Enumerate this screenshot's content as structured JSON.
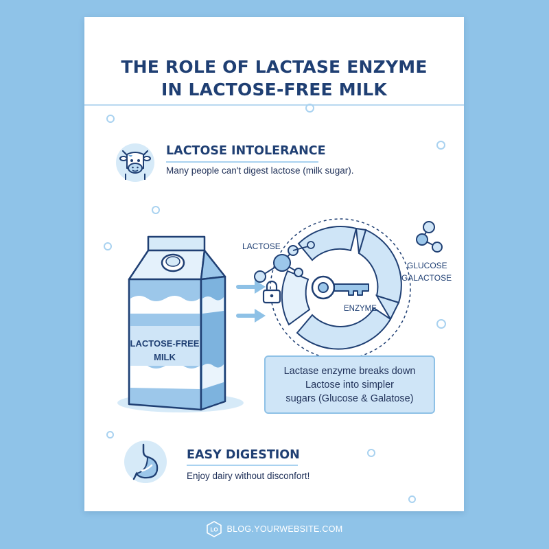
{
  "title_lines": [
    "THE ROLE OF LACTASE ENZYME",
    "IN LACTOSE-FREE MILK"
  ],
  "intolerance": {
    "title": "LACTOSE INTOLERANCE",
    "text": "Many people can't digest lactose (milk sugar)."
  },
  "carton_label_lines": [
    "LACTOSE-FREE",
    "MILK"
  ],
  "diagram": {
    "lactose_label": "LACTOSE",
    "glucose_label": "GLUCOSE",
    "galactose_label": "GALACTOSE",
    "enzyme_label": "ENZYME"
  },
  "info_box": {
    "text": "Lactase enzyme breaks down\nLactose into simpler\nsugars (Glucose & Galatose)"
  },
  "digestion": {
    "title": "EASY DIGESTION",
    "text": "Enjoy dairy without disconfort!"
  },
  "footer": {
    "logo_text": "LO",
    "site": "BLOG.YOURWEBSITE.COM"
  },
  "colors": {
    "background": "#8fc3e8",
    "navy": "#1f3f73",
    "light_blue": "#cfe5f7",
    "accent_blue": "#6fa8d8"
  }
}
